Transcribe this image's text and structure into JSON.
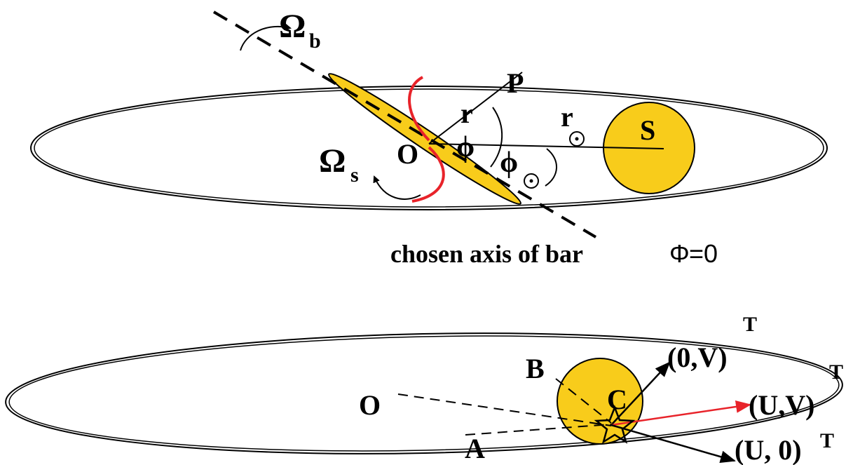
{
  "top_diagram": {
    "labels": {
      "omega_b": "Ω",
      "omega_b_sub": "b",
      "omega_s": "Ω",
      "omega_s_sub": "s",
      "point_p": "P",
      "point_o": "O",
      "point_s": "S",
      "r": "r",
      "r_sun": "r",
      "phi": "ϕ",
      "phi_sun": "ϕ",
      "axis_caption": "chosen axis of bar",
      "axis_phi": "Φ",
      "axis_phi_eq": "=0"
    }
  },
  "bottom_diagram": {
    "labels": {
      "point_o": "O",
      "point_a": "A",
      "point_b": "B",
      "point_c": "C",
      "vec_0v": "(0,V)",
      "vec_0v_sup": "T",
      "vec_uv": "(U,V)",
      "vec_uv_sup": "T",
      "vec_u0": "(U, 0)",
      "vec_u0_sup": "T"
    }
  },
  "colors": {
    "gold": "#f8cc1b",
    "red": "#e8232a",
    "red_arrow": "#e8232a",
    "ink": "#000000"
  }
}
